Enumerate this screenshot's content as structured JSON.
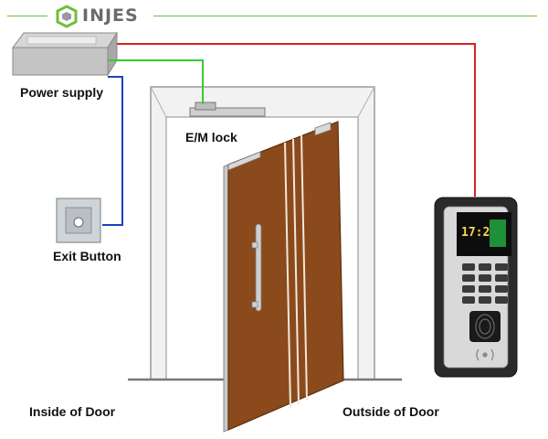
{
  "brand": {
    "name": "INJES"
  },
  "labels": {
    "power_supply": "Power supply",
    "em_lock": "E/M lock",
    "exit_button": "Exit Button",
    "inside": "Inside of Door",
    "outside": "Outside of Door"
  },
  "terminal_screen": {
    "time": "17:22"
  },
  "colors": {
    "brand_green": "#6fbf3a",
    "wire_red": "#e02020",
    "wire_green": "#33cc33",
    "wire_blue": "#1f3fbf",
    "door_brown": "#8b4a1c"
  },
  "icons": [
    "logo-icon",
    "fingerprint-icon",
    "rfid-icon"
  ]
}
